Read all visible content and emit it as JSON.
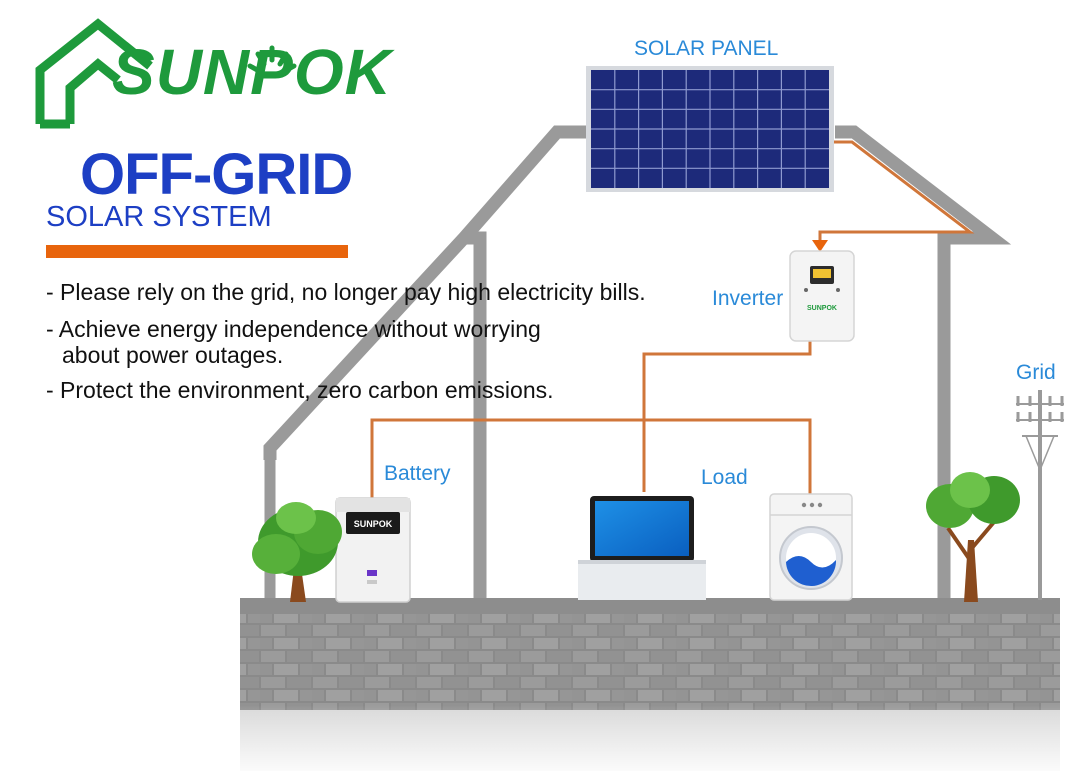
{
  "brand": {
    "name": "SUNPOK",
    "device_badge": "SUNPOK"
  },
  "heading": {
    "main": "OFF-GRID",
    "sub": "SOLAR SYSTEM"
  },
  "bullets": [
    {
      "line1": "- Please rely on the grid, no longer pay high electricity bills.",
      "line2": ""
    },
    {
      "line1": "- Achieve energy independence without worrying",
      "line2": "about power outages."
    },
    {
      "line1": "- Protect the environment, zero carbon emissions.",
      "line2": ""
    }
  ],
  "labels": {
    "solar_panel": "SOLAR PANEL",
    "inverter": "Inverter",
    "grid": "Grid",
    "battery": "Battery",
    "load": "Load"
  },
  "colors": {
    "brand_green": "#1e9a3c",
    "heading_blue": "#1d3fc4",
    "label_blue": "#2a8ad8",
    "accent_orange": "#e8640c",
    "wire_orange": "#d0763a",
    "house_gray": "#9a9a9a",
    "wall_gray": "#7a7a7a"
  },
  "icons": [
    "house-logo-icon",
    "sun-rays-icon",
    "solar-panel-icon",
    "inverter-icon",
    "battery-icon",
    "laptop-icon",
    "washing-machine-icon",
    "utility-pole-icon",
    "tree-icon"
  ]
}
